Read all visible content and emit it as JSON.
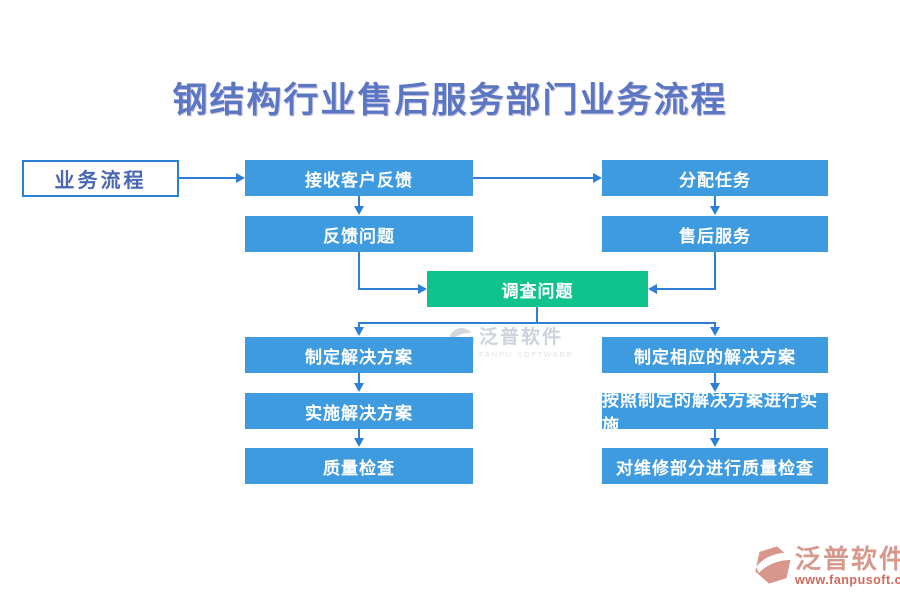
{
  "title": "钢结构行业售后服务部门业务流程",
  "legend": {
    "label": "业务流程"
  },
  "nodes": {
    "receive_feedback": "接收客户反馈",
    "assign_task": "分配任务",
    "feedback_issue": "反馈问题",
    "after_sales": "售后服务",
    "investigate": "调查问题",
    "make_solution": "制定解决方案",
    "implement_solution": "实施解决方案",
    "quality_check": "质量检查",
    "make_matching_solution": "制定相应的解决方案",
    "implement_by_plan": "按照制定的解决方案进行实施",
    "repair_quality_check": "对维修部分进行质量检查"
  },
  "watermark": {
    "name": "泛普软件",
    "subtitle": "FANPU SOFTWARE"
  },
  "brand": {
    "name": "泛普软件",
    "url": "www.fanpusoft.com"
  },
  "colors": {
    "node_blue": "#3f9be0",
    "node_green": "#10c38c",
    "connector": "#2e7fd6",
    "title_text": "#5b76c2",
    "legend_text": "#4a67b4",
    "legend_border": "#2b7fd4",
    "brand_text": "#d7998d",
    "brand_url_text": "#d2685c",
    "watermark_text": "#c6ccd5"
  }
}
